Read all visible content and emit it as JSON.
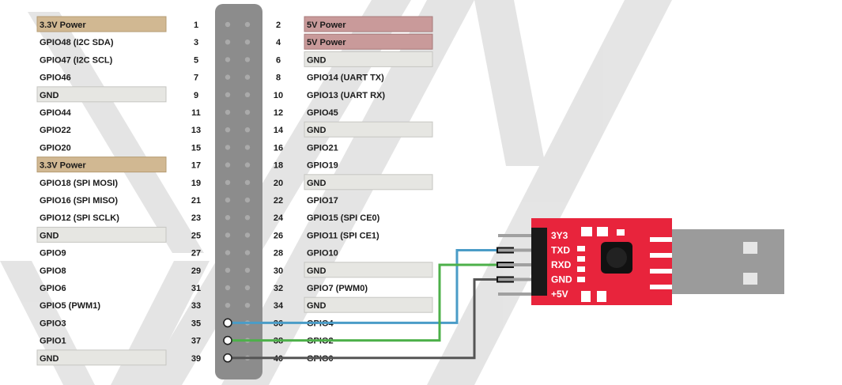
{
  "header_pins": {
    "odd": [
      {
        "num": "1",
        "label": "3.3V Power",
        "kind": "power33"
      },
      {
        "num": "3",
        "label": "GPIO48 (I2C SDA)",
        "kind": "gpio"
      },
      {
        "num": "5",
        "label": "GPIO47 (I2C SCL)",
        "kind": "gpio"
      },
      {
        "num": "7",
        "label": "GPIO46",
        "kind": "gpio"
      },
      {
        "num": "9",
        "label": "GND",
        "kind": "gnd"
      },
      {
        "num": "11",
        "label": "GPIO44",
        "kind": "gpio"
      },
      {
        "num": "13",
        "label": "GPIO22",
        "kind": "gpio"
      },
      {
        "num": "15",
        "label": "GPIO20",
        "kind": "gpio"
      },
      {
        "num": "17",
        "label": "3.3V Power",
        "kind": "power33"
      },
      {
        "num": "19",
        "label": "GPIO18 (SPI MOSI)",
        "kind": "gpio"
      },
      {
        "num": "21",
        "label": "GPIO16 (SPI MISO)",
        "kind": "gpio"
      },
      {
        "num": "23",
        "label": "GPIO12 (SPI SCLK)",
        "kind": "gpio"
      },
      {
        "num": "25",
        "label": "GND",
        "kind": "gnd"
      },
      {
        "num": "27",
        "label": "GPIO9",
        "kind": "gpio"
      },
      {
        "num": "29",
        "label": "GPIO8",
        "kind": "gpio"
      },
      {
        "num": "31",
        "label": "GPIO6",
        "kind": "gpio"
      },
      {
        "num": "33",
        "label": "GPIO5 (PWM1)",
        "kind": "gpio"
      },
      {
        "num": "35",
        "label": "GPIO3",
        "kind": "gpio"
      },
      {
        "num": "37",
        "label": "GPIO1",
        "kind": "gpio"
      },
      {
        "num": "39",
        "label": "GND",
        "kind": "gnd"
      }
    ],
    "even": [
      {
        "num": "2",
        "label": "5V Power",
        "kind": "power5"
      },
      {
        "num": "4",
        "label": "5V Power",
        "kind": "power5"
      },
      {
        "num": "6",
        "label": "GND",
        "kind": "gnd"
      },
      {
        "num": "8",
        "label": "GPIO14 (UART TX)",
        "kind": "gpio"
      },
      {
        "num": "10",
        "label": "GPIO13 (UART RX)",
        "kind": "gpio"
      },
      {
        "num": "12",
        "label": "GPIO45",
        "kind": "gpio"
      },
      {
        "num": "14",
        "label": "GND",
        "kind": "gnd"
      },
      {
        "num": "16",
        "label": "GPIO21",
        "kind": "gpio"
      },
      {
        "num": "18",
        "label": "GPIO19",
        "kind": "gpio"
      },
      {
        "num": "20",
        "label": "GND",
        "kind": "gnd"
      },
      {
        "num": "22",
        "label": "GPIO17",
        "kind": "gpio"
      },
      {
        "num": "24",
        "label": "GPIO15 (SPI CE0)",
        "kind": "gpio"
      },
      {
        "num": "26",
        "label": "GPIO11 (SPI CE1)",
        "kind": "gpio"
      },
      {
        "num": "28",
        "label": "GPIO10",
        "kind": "gpio"
      },
      {
        "num": "30",
        "label": "GND",
        "kind": "gnd"
      },
      {
        "num": "32",
        "label": "GPIO7 (PWM0)",
        "kind": "gpio"
      },
      {
        "num": "34",
        "label": "GND",
        "kind": "gnd"
      },
      {
        "num": "36",
        "label": "GPIO4",
        "kind": "gpio"
      },
      {
        "num": "38",
        "label": "GPIO2",
        "kind": "gpio"
      },
      {
        "num": "40",
        "label": "GPIO0",
        "kind": "gpio"
      }
    ]
  },
  "usb_module": {
    "pins": [
      "3Y3",
      "TXD",
      "RXD",
      "GND",
      "+5V"
    ]
  },
  "wires": [
    {
      "from_pin": "35",
      "to_module_pin": "TXD",
      "color": "#4a9cc7"
    },
    {
      "from_pin": "37",
      "to_module_pin": "RXD",
      "color": "#4db04a"
    },
    {
      "from_pin": "39",
      "to_module_pin": "GND",
      "color": "#555555"
    }
  ],
  "colors": {
    "power33": "#d1b892",
    "power5": "#c99a9a",
    "gnd": "#e6e6e2",
    "header": "#8c8c8c",
    "module": "#e8243c",
    "usb_plug": "#9b9b9b",
    "watermark": "#dcdcdc"
  },
  "icons": {
    "watermark": "watermark-x-icon"
  }
}
